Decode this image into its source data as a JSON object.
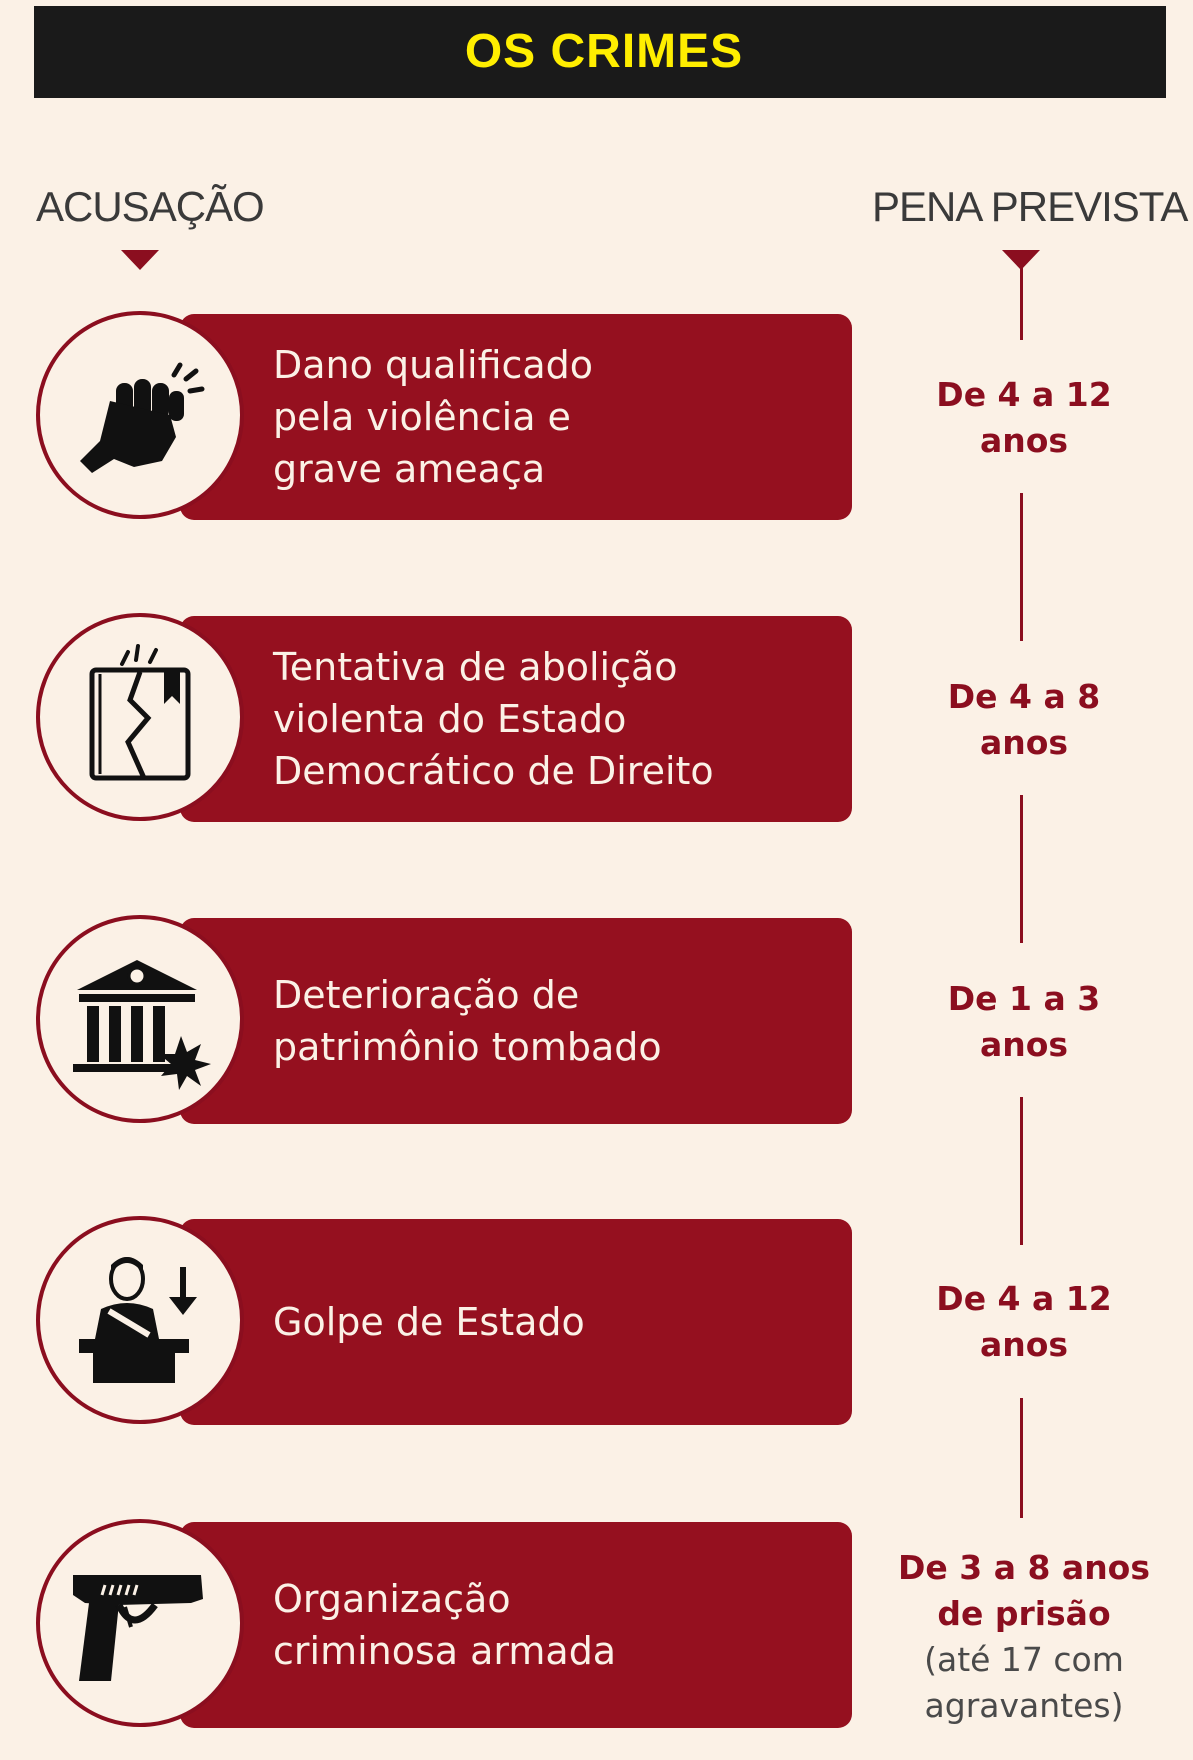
{
  "title": "OS CRIMES",
  "headers": {
    "accusation": "ACUSAÇÃO",
    "penalty": "PENA PREVISTA"
  },
  "colors": {
    "accent": "#95101f",
    "background": "#fbf1e6",
    "title_text": "#ffee00",
    "title_bar": "#1a1a1a"
  },
  "crimes": [
    {
      "icon": "fist-icon",
      "lines": [
        "Dano qualificado",
        "pela violência e",
        "grave ameaça"
      ],
      "penalty": [
        "De 4 a 12",
        "anos"
      ]
    },
    {
      "icon": "broken-book-icon",
      "lines": [
        "Tentativa de abolição",
        "violenta do Estado",
        "Democrático de Direito"
      ],
      "penalty": [
        "De 4 a 8",
        "anos"
      ]
    },
    {
      "icon": "damaged-building-icon",
      "lines": [
        "Deterioração de",
        "patrimônio tombado"
      ],
      "penalty": [
        "De 1 a 3",
        "anos"
      ]
    },
    {
      "icon": "ousted-leader-icon",
      "lines": [
        "Golpe de Estado"
      ],
      "penalty": [
        "De 4 a 12",
        "anos"
      ]
    },
    {
      "icon": "pistol-icon",
      "lines": [
        "Organização",
        "criminosa armada"
      ],
      "penalty": [
        "De 3 a 8 anos",
        "de prisão"
      ],
      "penalty_note": [
        "(até 17 com",
        "agravantes)"
      ]
    }
  ]
}
